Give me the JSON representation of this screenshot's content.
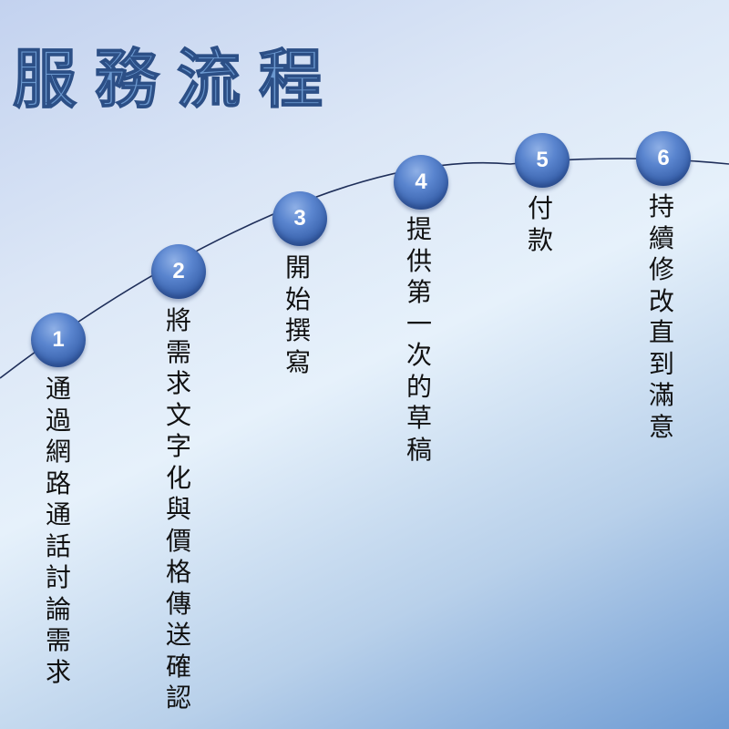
{
  "title": "服務流程",
  "colors": {
    "background_top": "#c3d2ef",
    "background_mid": "#e6f1fb",
    "background_bottom": "#6e9bd3",
    "title_fill": "#6b98cf",
    "title_outline": "#2c4f86",
    "node_fill": "#3a63ad",
    "curve": "#1f2f5a",
    "label_text": "#111111"
  },
  "steps": [
    {
      "number": "1",
      "label": "通過網路通話討論需求"
    },
    {
      "number": "2",
      "label": "將需求文字化與價格傳送確認"
    },
    {
      "number": "3",
      "label": "開始撰寫"
    },
    {
      "number": "4",
      "label": "提供第一次的草稿"
    },
    {
      "number": "5",
      "label": "付款"
    },
    {
      "number": "6",
      "label": "持續修改直到滿意"
    }
  ]
}
